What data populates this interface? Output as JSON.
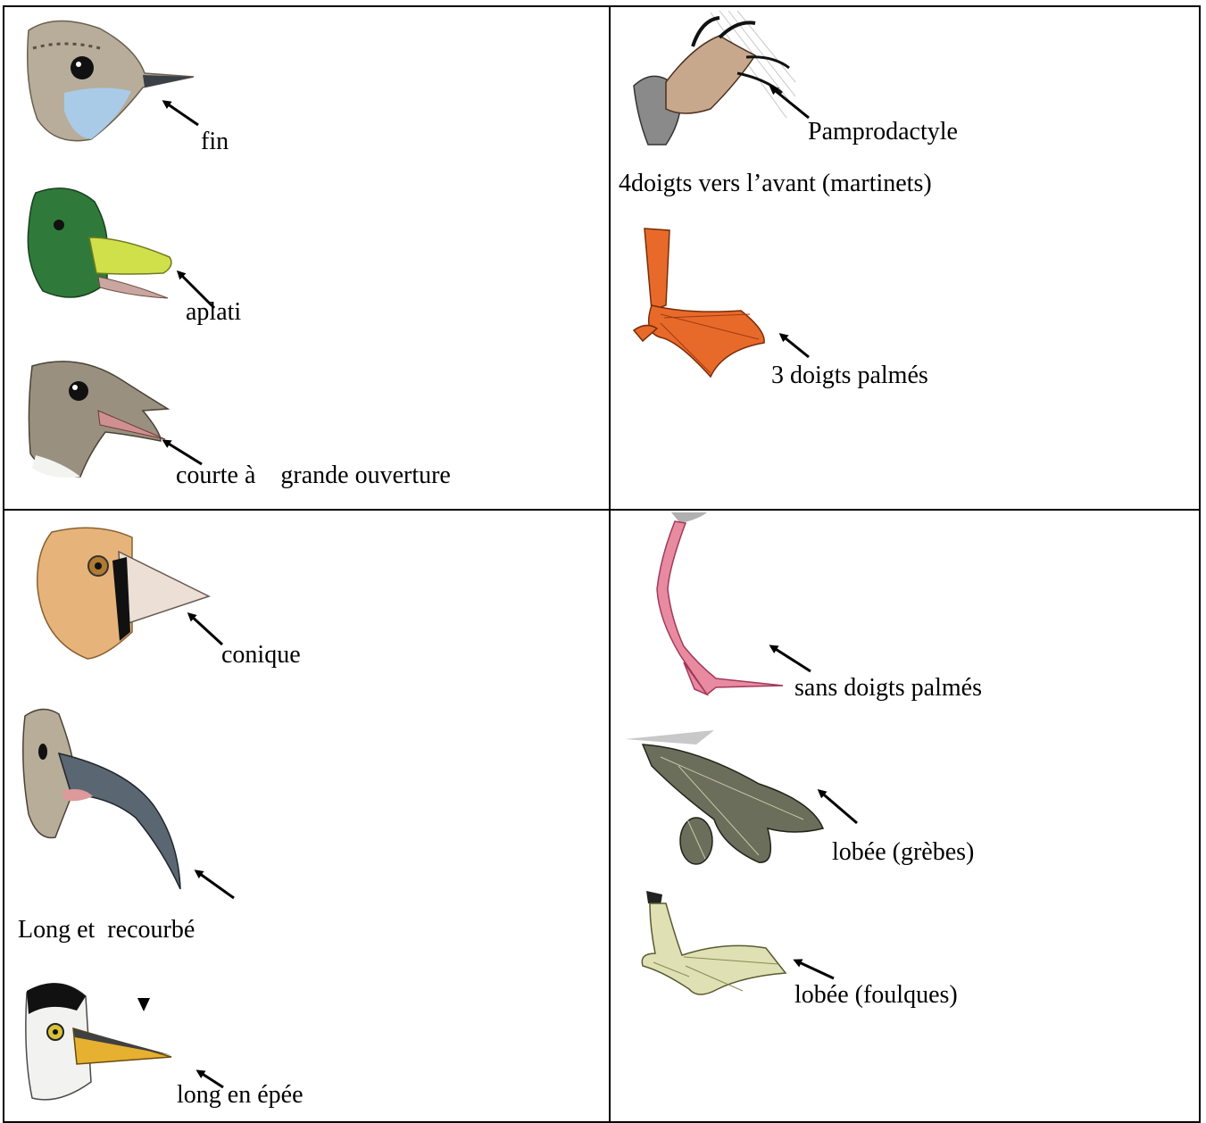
{
  "table": {
    "row1": {
      "beaks": [
        {
          "label": "fin",
          "icon": "thin-beak-bird-head-icon"
        },
        {
          "label": "aplati",
          "icon": "flat-beak-duck-head-icon"
        },
        {
          "label": "courte à    grande ouverture",
          "icon": "wide-gape-swift-head-icon"
        }
      ],
      "feet": [
        {
          "label": "Pamprodactyle",
          "icon": "pamprodactyl-foot-icon"
        },
        {
          "label": "4doigts vers l’avant (martinets)"
        },
        {
          "label": "3 doigts palmés",
          "icon": "webbed-foot-icon"
        }
      ]
    },
    "row2": {
      "beaks": [
        {
          "label": "conique",
          "icon": "conical-beak-grosbeak-head-icon"
        },
        {
          "label": "Long et  recourbé",
          "icon": "long-curved-beak-ibis-head-icon"
        },
        {
          "label": "long en épée",
          "icon": "sword-beak-heron-head-icon"
        }
      ],
      "feet": [
        {
          "label": "sans doigts palmés",
          "icon": "unwebbed-wader-foot-icon"
        },
        {
          "label": "lobée (grèbes)",
          "icon": "grebe-lobed-foot-icon"
        },
        {
          "label": "lobée (foulques)",
          "icon": "coot-lobed-foot-icon"
        }
      ]
    }
  },
  "colors": {
    "border": "#000000",
    "duck_green": "#2f7a3a",
    "duck_beak": "#cfe04a",
    "grosbeak_tan": "#e6b47a",
    "wader_leg_pink": "#e88aa0",
    "duck_foot_orange": "#e86a2a",
    "heron_beak_yellow": "#e6b030"
  }
}
